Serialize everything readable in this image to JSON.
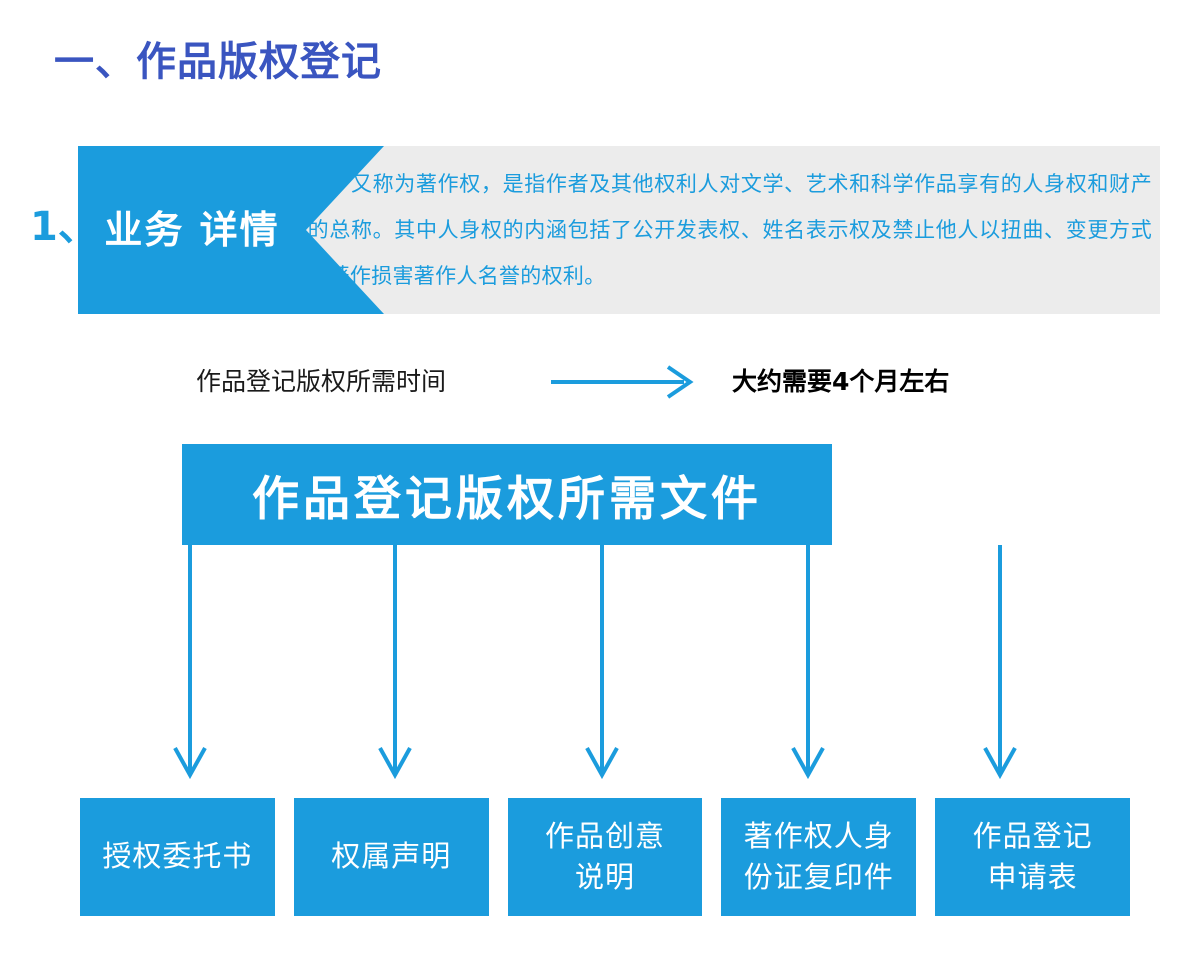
{
  "page": {
    "title": "一、作品版权登记",
    "accent_blue": "#1b9cdd",
    "title_blue": "#3a55c0",
    "panel_gray": "#ececec"
  },
  "banner": {
    "index": "1、",
    "tab_label": "业务\n详情",
    "body_text": "版权，又称为著作权，是指作者及其他权利人对文学、艺术和科学作品享有的人身权和财产权的总称。其中人身权的内涵包括了公开发表权、姓名表示权及禁止他人以扭曲、变更方式利用著作损害著作人名誉的权利。"
  },
  "time_row": {
    "left_label": "作品登记版权所需时间",
    "arrow_icon": "right-arrow-icon",
    "right_label": "大约需要4个月左右"
  },
  "documents": {
    "header_label": "作品登记版权所需文件",
    "items": [
      {
        "label": "授权委托书"
      },
      {
        "label": "权属声明"
      },
      {
        "label": "作品创意\n说明"
      },
      {
        "label": "著作权人身\n份证复印件"
      },
      {
        "label": "作品登记\n申请表"
      }
    ]
  }
}
